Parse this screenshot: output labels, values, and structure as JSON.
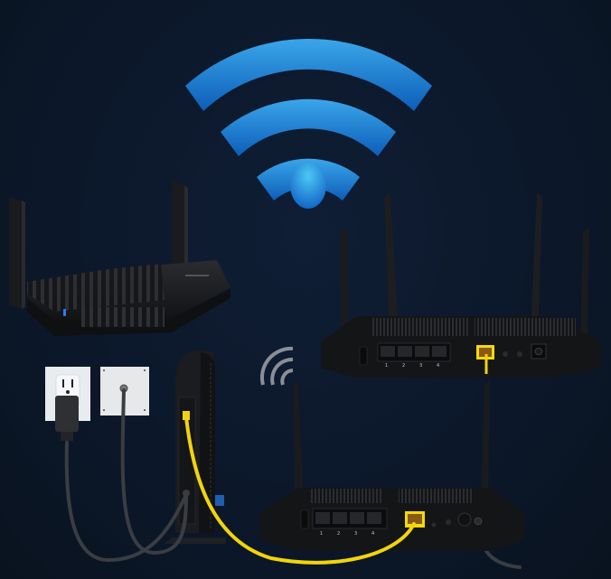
{
  "scene": {
    "description": "Home network setup illustration: wall outlet and coax jack feed a cable modem, which connects via yellow Ethernet cable to a router; a second router connects via yellow Ethernet cable; large Wi-Fi symbol above",
    "background_color": "#0b1627"
  },
  "wifi_symbol": {
    "color": "#1e7fd6",
    "highlight": "#3fb6f0",
    "arcs": 3
  },
  "small_wifi_symbol": {
    "color": "#8a8f96",
    "arcs": 3
  },
  "devices": {
    "router_front": {
      "label": "router-front-view",
      "antennas": 2,
      "led_color": "#2b7cff"
    },
    "router_back_top": {
      "label": "router-rear-view-4-antenna",
      "antennas": 4,
      "lan_ports": 4,
      "port_labels": [
        "1",
        "2",
        "3",
        "4"
      ],
      "wan_port_highlight": "#f5d90a"
    },
    "router_back_bottom": {
      "label": "router-rear-view-2-antenna",
      "antennas": 2,
      "lan_ports": 4,
      "port_labels": [
        "1",
        "2",
        "3",
        "4"
      ],
      "wan_port_highlight": "#f5d90a"
    },
    "modem": {
      "label": "cable-modem",
      "ethernet_color": "#f5d90a"
    },
    "wall_outlet": {
      "label": "power-outlet"
    },
    "coax_wall_plate": {
      "label": "coax-wall-jack"
    }
  },
  "cables": {
    "ethernet_color": "#f2d40c",
    "power_color": "#3a3d42"
  }
}
